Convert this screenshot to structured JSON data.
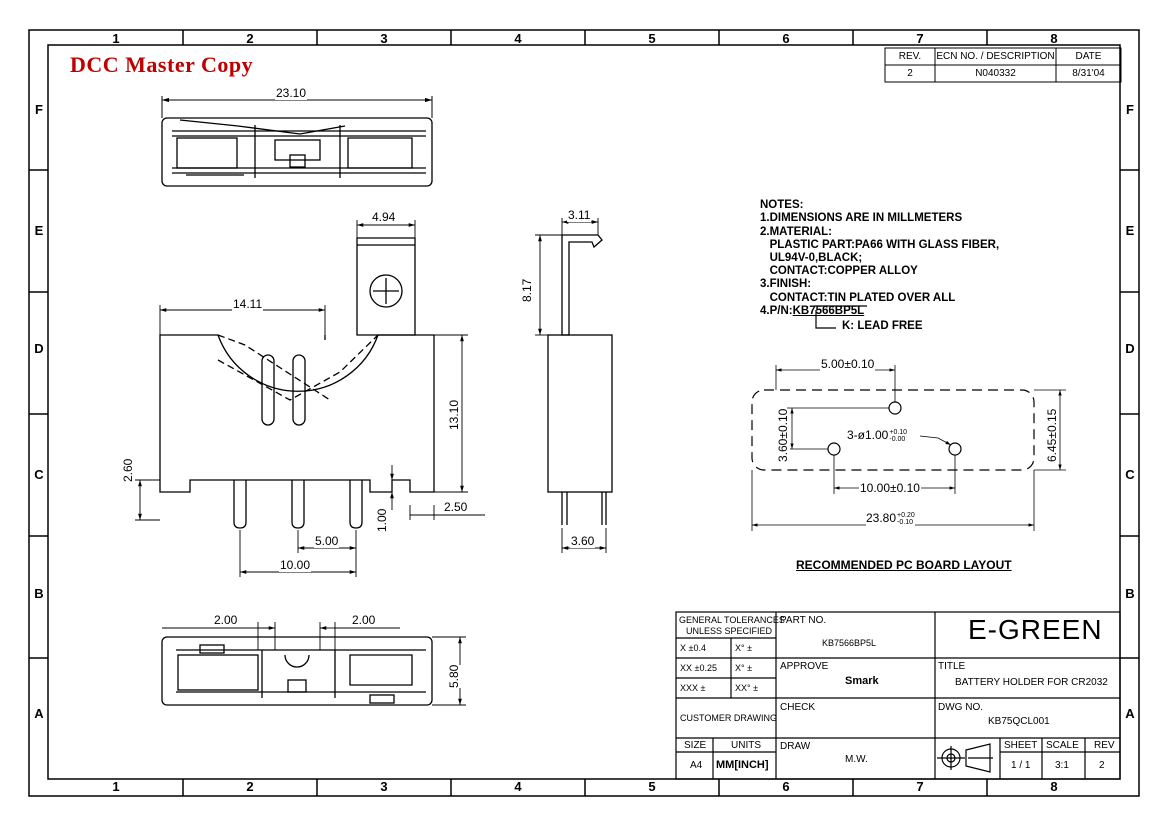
{
  "stamp": "DCC Master Copy",
  "zones": {
    "columns": [
      "1",
      "2",
      "3",
      "4",
      "5",
      "6",
      "7",
      "8"
    ],
    "rows": [
      "F",
      "E",
      "D",
      "C",
      "B",
      "A"
    ]
  },
  "revision_block": {
    "headers": {
      "rev": "REV.",
      "ecn": "ECN NO. / DESCRIPTION",
      "date": "DATE"
    },
    "rev": "2",
    "ecn": "N040332",
    "date": "8/31'04"
  },
  "notes": {
    "title": "NOTES:",
    "lines": [
      "1.DIMENSIONS ARE IN MILLMETERS",
      "2.MATERIAL:",
      "   PLASTIC PART:PA66 WITH GLASS FIBER,",
      "   UL94V-0,BLACK;",
      "   CONTACT:COPPER ALLOY",
      "3.FINISH:",
      "   CONTACT:TIN PLATED OVER ALL"
    ],
    "pn_label": "4.P/N:",
    "pn_value": "KB7566BP5L",
    "lead_free": "K: LEAD FREE"
  },
  "dimensions": {
    "top_width": "23.10",
    "tab_width": "4.94",
    "half_width": "14.11",
    "height": "13.10",
    "left_height": "2.60",
    "pin_len": "1.00",
    "right_offset": "2.50",
    "pin_pitch": "5.00",
    "pin_span": "10.00",
    "side_top": "3.11",
    "side_height": "8.17",
    "side_width": "3.60",
    "bottom_left": "2.00",
    "bottom_right": "2.00",
    "bottom_height": "5.80"
  },
  "pcb_layout": {
    "title": "RECOMMENDED PC BOARD LAYOUT",
    "dim_top": "5.00±0.10",
    "dim_left": "3.60±0.10",
    "holes_label": "3-ø1.00",
    "holes_tol_plus": "+0.10",
    "holes_tol_minus": "-0.00",
    "dim_right": "6.45±0.15",
    "dim_bottom": "10.00±0.10",
    "overall": "23.80",
    "overall_tol_plus": "+0.20",
    "overall_tol_minus": "-0.10"
  },
  "title_block": {
    "general_tol": "GENERAL TOLERANCES",
    "unless": "UNLESS SPECIFIED",
    "x_tol": "X ±0.4",
    "x_ang": "X° ±",
    "xx_tol": "XX ±0.25",
    "xx_ang": "X° ±",
    "xxx_tol": "XXX ±",
    "xxx_ang": "XX° ±",
    "customer_drawing": "CUSTOMER DRAWING",
    "size_label": "SIZE",
    "size_value": "A4",
    "units_label": "UNITS",
    "units_value": "MM[INCH]",
    "part_no_label": "PART NO.",
    "part_no_value": "KB7566BP5L",
    "approve_label": "APPROVE",
    "approve_value": "Smark",
    "check_label": "CHECK",
    "draw_label": "DRAW",
    "draw_value": "M.W.",
    "company": "E-GREEN",
    "title_label": "TITLE",
    "title_value": "BATTERY HOLDER FOR CR2032",
    "dwg_label": "DWG NO.",
    "dwg_value": "KB75QCL001",
    "sheet_label": "SHEET",
    "sheet_value": "1 / 1",
    "scale_label": "SCALE",
    "scale_value": "3:1",
    "rev_label": "REV",
    "rev_value": "2"
  }
}
